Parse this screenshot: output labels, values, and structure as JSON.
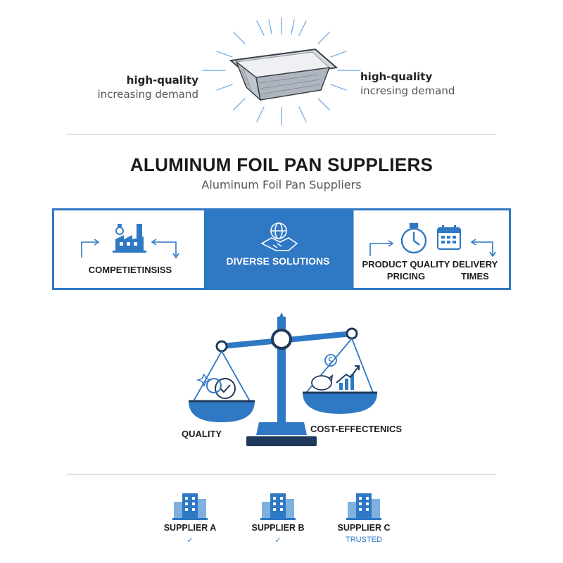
{
  "hero": {
    "left_heading": "high-quality",
    "left_subtext": "increasing demand",
    "right_heading": "high-quality",
    "right_subtext": "incresing demand"
  },
  "title": "ALUMINUM FOIL PAN SUPPLIERS",
  "subtitle": "Aluminum Foil Pan Suppliers",
  "band": {
    "left_label": "COMPETIETINSISS",
    "center_label": "DIVERSE SOLUTIONS",
    "right_label_1": "PRODUCT QUALITY PRICING",
    "right_label_2": "DELIVERY TIMES"
  },
  "scale": {
    "left_label": "QUALITY",
    "right_label": "COST-EFFECTENICS"
  },
  "suppliers": [
    {
      "name": "SUPPLIER A",
      "badge": "✓"
    },
    {
      "name": "SUPPLIER B",
      "badge": "✓"
    },
    {
      "name": "SUPPLIER C",
      "badge": "TRUSTED"
    }
  ],
  "colors": {
    "accent": "#2f78c4",
    "dark": "#1f3a5a",
    "divider": "#e2e2e2"
  }
}
